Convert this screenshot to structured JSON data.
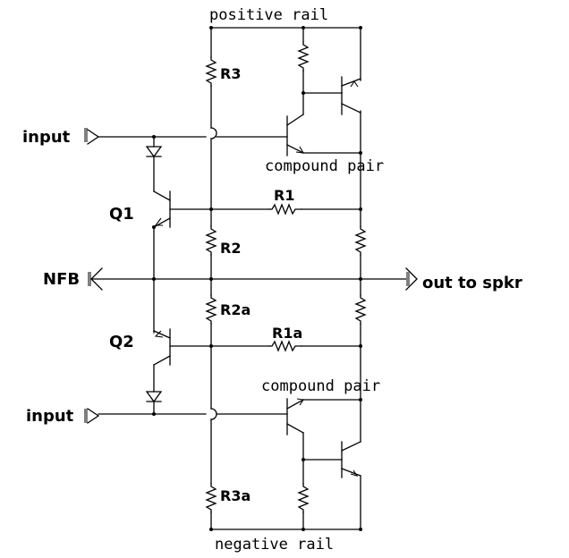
{
  "rails": {
    "positive": "positive rail",
    "negative": "negative rail"
  },
  "ports": {
    "input_top": "input",
    "input_bottom": "input",
    "nfb": "NFB",
    "output": "out to spkr"
  },
  "transistors": {
    "q1": "Q1",
    "q2": "Q2"
  },
  "resistors": {
    "r1": "R1",
    "r1a": "R1a",
    "r2": "R2",
    "r2a": "R2a",
    "r3": "R3",
    "r3a": "R3a"
  },
  "blocks": {
    "compound_pair_top": "compound pair",
    "compound_pair_bottom": "compound pair"
  }
}
